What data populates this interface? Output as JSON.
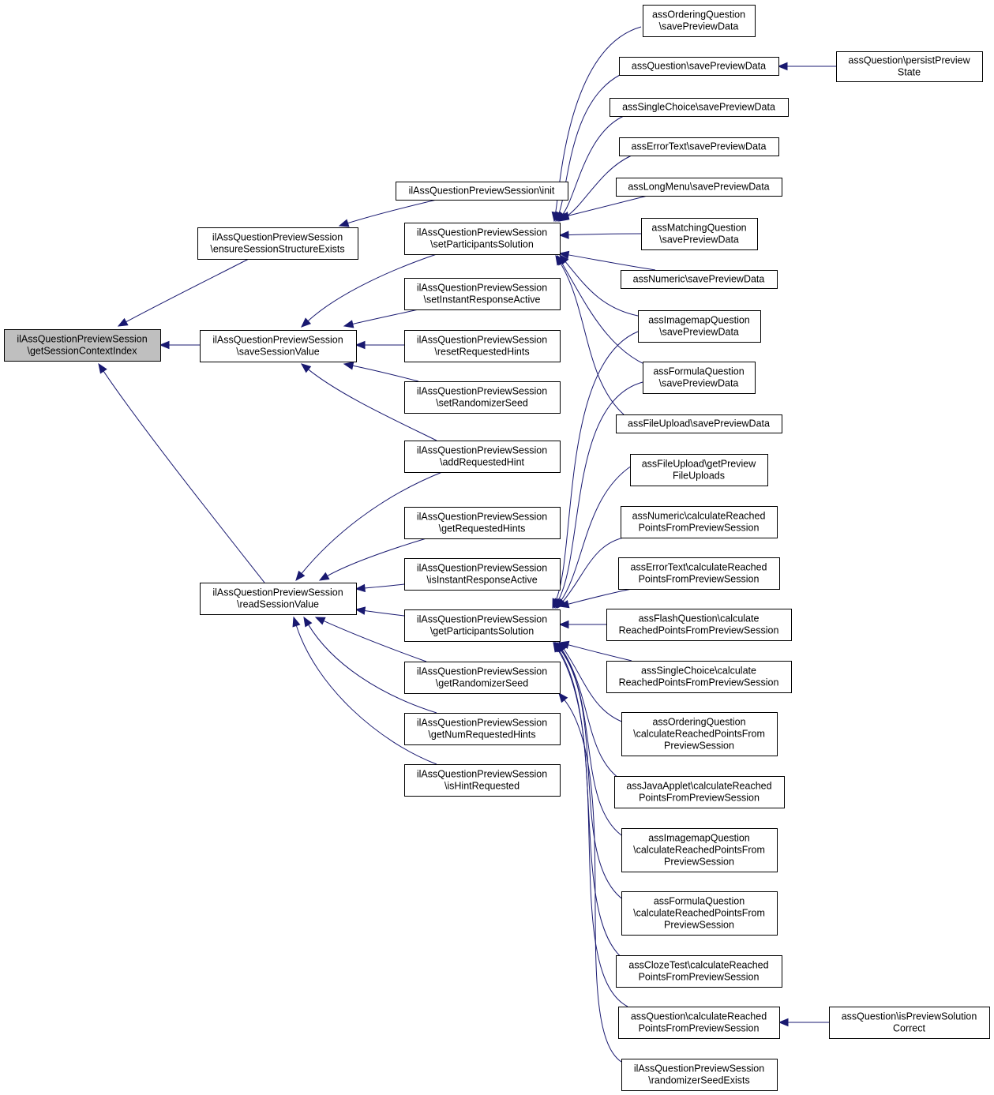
{
  "diagram": {
    "title": "",
    "nodes": [
      {
        "id": "root",
        "lines": [
          "ilAssQuestionPreviewSession",
          "\\getSessionContextIndex"
        ],
        "root": true
      },
      {
        "id": "ensure",
        "lines": [
          "ilAssQuestionPreviewSession",
          "\\ensureSessionStructureExists"
        ]
      },
      {
        "id": "saveSV",
        "lines": [
          "ilAssQuestionPreviewSession",
          "\\saveSessionValue"
        ]
      },
      {
        "id": "readSV",
        "lines": [
          "ilAssQuestionPreviewSession",
          "\\readSessionValue"
        ]
      },
      {
        "id": "init",
        "lines": [
          "ilAssQuestionPreviewSession\\init"
        ]
      },
      {
        "id": "setPS",
        "lines": [
          "ilAssQuestionPreviewSession",
          "\\setParticipantsSolution"
        ]
      },
      {
        "id": "setIRA",
        "lines": [
          "ilAssQuestionPreviewSession",
          "\\setInstantResponseActive"
        ]
      },
      {
        "id": "resetRH",
        "lines": [
          "ilAssQuestionPreviewSession",
          "\\resetRequestedHints"
        ]
      },
      {
        "id": "setRS",
        "lines": [
          "ilAssQuestionPreviewSession",
          "\\setRandomizerSeed"
        ]
      },
      {
        "id": "addRH",
        "lines": [
          "ilAssQuestionPreviewSession",
          "\\addRequestedHint"
        ]
      },
      {
        "id": "getRH",
        "lines": [
          "ilAssQuestionPreviewSession",
          "\\getRequestedHints"
        ]
      },
      {
        "id": "isIRA",
        "lines": [
          "ilAssQuestionPreviewSession",
          "\\isInstantResponseActive"
        ]
      },
      {
        "id": "getPS",
        "lines": [
          "ilAssQuestionPreviewSession",
          "\\getParticipantsSolution"
        ]
      },
      {
        "id": "getRS",
        "lines": [
          "ilAssQuestionPreviewSession",
          "\\getRandomizerSeed"
        ]
      },
      {
        "id": "getNRH",
        "lines": [
          "ilAssQuestionPreviewSession",
          "\\getNumRequestedHints"
        ]
      },
      {
        "id": "isHR",
        "lines": [
          "ilAssQuestionPreviewSession",
          "\\isHintRequested"
        ]
      },
      {
        "id": "ordSPD",
        "lines": [
          "assOrderingQuestion",
          "\\savePreviewData"
        ]
      },
      {
        "id": "qSPD",
        "lines": [
          "assQuestion\\savePreviewData"
        ]
      },
      {
        "id": "scSPD",
        "lines": [
          "assSingleChoice\\savePreviewData"
        ]
      },
      {
        "id": "etSPD",
        "lines": [
          "assErrorText\\savePreviewData"
        ]
      },
      {
        "id": "lmSPD",
        "lines": [
          "assLongMenu\\savePreviewData"
        ]
      },
      {
        "id": "matSPD",
        "lines": [
          "assMatchingQuestion",
          "\\savePreviewData"
        ]
      },
      {
        "id": "numSPD",
        "lines": [
          "assNumeric\\savePreviewData"
        ]
      },
      {
        "id": "imgSPD",
        "lines": [
          "assImagemapQuestion",
          "\\savePreviewData"
        ]
      },
      {
        "id": "forSPD",
        "lines": [
          "assFormulaQuestion",
          "\\savePreviewData"
        ]
      },
      {
        "id": "fuSPD",
        "lines": [
          "assFileUpload\\savePreviewData"
        ]
      },
      {
        "id": "fuGPF",
        "lines": [
          "assFileUpload\\getPreview",
          "FileUploads"
        ]
      },
      {
        "id": "numCRP",
        "lines": [
          "assNumeric\\calculateReached",
          "PointsFromPreviewSession"
        ]
      },
      {
        "id": "etCRP",
        "lines": [
          "assErrorText\\calculateReached",
          "PointsFromPreviewSession"
        ]
      },
      {
        "id": "flCRP",
        "lines": [
          "assFlashQuestion\\calculate",
          "ReachedPointsFromPreviewSession"
        ]
      },
      {
        "id": "scCRP",
        "lines": [
          "assSingleChoice\\calculate",
          "ReachedPointsFromPreviewSession"
        ]
      },
      {
        "id": "ordCRP",
        "lines": [
          "assOrderingQuestion",
          "\\calculateReachedPointsFrom",
          "PreviewSession"
        ]
      },
      {
        "id": "jaCRP",
        "lines": [
          "assJavaApplet\\calculateReached",
          "PointsFromPreviewSession"
        ]
      },
      {
        "id": "imgCRP",
        "lines": [
          "assImagemapQuestion",
          "\\calculateReachedPointsFrom",
          "PreviewSession"
        ]
      },
      {
        "id": "forCRP",
        "lines": [
          "assFormulaQuestion",
          "\\calculateReachedPointsFrom",
          "PreviewSession"
        ]
      },
      {
        "id": "clCRP",
        "lines": [
          "assClozeTest\\calculateReached",
          "PointsFromPreviewSession"
        ]
      },
      {
        "id": "qCRP",
        "lines": [
          "assQuestion\\calculateReached",
          "PointsFromPreviewSession"
        ]
      },
      {
        "id": "rse",
        "lines": [
          "ilAssQuestionPreviewSession",
          "\\randomizerSeedExists"
        ]
      },
      {
        "id": "qPPS",
        "lines": [
          "assQuestion\\persistPreview",
          "State"
        ]
      },
      {
        "id": "qIPSC",
        "lines": [
          "assQuestion\\isPreviewSolution",
          "Correct"
        ]
      }
    ],
    "edges": [
      {
        "from": "ensure",
        "to": "root"
      },
      {
        "from": "saveSV",
        "to": "root"
      },
      {
        "from": "readSV",
        "to": "root"
      },
      {
        "from": "init",
        "to": "ensure"
      },
      {
        "from": "setPS",
        "to": "saveSV"
      },
      {
        "from": "setIRA",
        "to": "saveSV"
      },
      {
        "from": "resetRH",
        "to": "saveSV"
      },
      {
        "from": "setRS",
        "to": "saveSV"
      },
      {
        "from": "addRH",
        "to": "saveSV"
      },
      {
        "from": "addRH",
        "to": "readSV"
      },
      {
        "from": "getRH",
        "to": "readSV"
      },
      {
        "from": "isIRA",
        "to": "readSV"
      },
      {
        "from": "getPS",
        "to": "readSV"
      },
      {
        "from": "getRS",
        "to": "readSV"
      },
      {
        "from": "getNRH",
        "to": "readSV"
      },
      {
        "from": "isHR",
        "to": "readSV"
      },
      {
        "from": "ordSPD",
        "to": "setPS"
      },
      {
        "from": "qSPD",
        "to": "setPS"
      },
      {
        "from": "scSPD",
        "to": "setPS"
      },
      {
        "from": "etSPD",
        "to": "setPS"
      },
      {
        "from": "lmSPD",
        "to": "setPS"
      },
      {
        "from": "matSPD",
        "to": "setPS"
      },
      {
        "from": "numSPD",
        "to": "setPS"
      },
      {
        "from": "imgSPD",
        "to": "setPS"
      },
      {
        "from": "forSPD",
        "to": "setPS"
      },
      {
        "from": "fuSPD",
        "to": "setPS"
      },
      {
        "from": "qPPS",
        "to": "qSPD"
      },
      {
        "from": "imgSPD",
        "to": "getPS"
      },
      {
        "from": "forSPD",
        "to": "getPS"
      },
      {
        "from": "fuGPF",
        "to": "getPS"
      },
      {
        "from": "numCRP",
        "to": "getPS"
      },
      {
        "from": "etCRP",
        "to": "getPS"
      },
      {
        "from": "flCRP",
        "to": "getPS"
      },
      {
        "from": "scCRP",
        "to": "getPS"
      },
      {
        "from": "ordCRP",
        "to": "getPS"
      },
      {
        "from": "jaCRP",
        "to": "getPS"
      },
      {
        "from": "imgCRP",
        "to": "getPS"
      },
      {
        "from": "forCRP",
        "to": "getPS"
      },
      {
        "from": "clCRP",
        "to": "getPS"
      },
      {
        "from": "qCRP",
        "to": "getPS"
      },
      {
        "from": "rse",
        "to": "getRS"
      },
      {
        "from": "qIPSC",
        "to": "qCRP"
      }
    ]
  }
}
